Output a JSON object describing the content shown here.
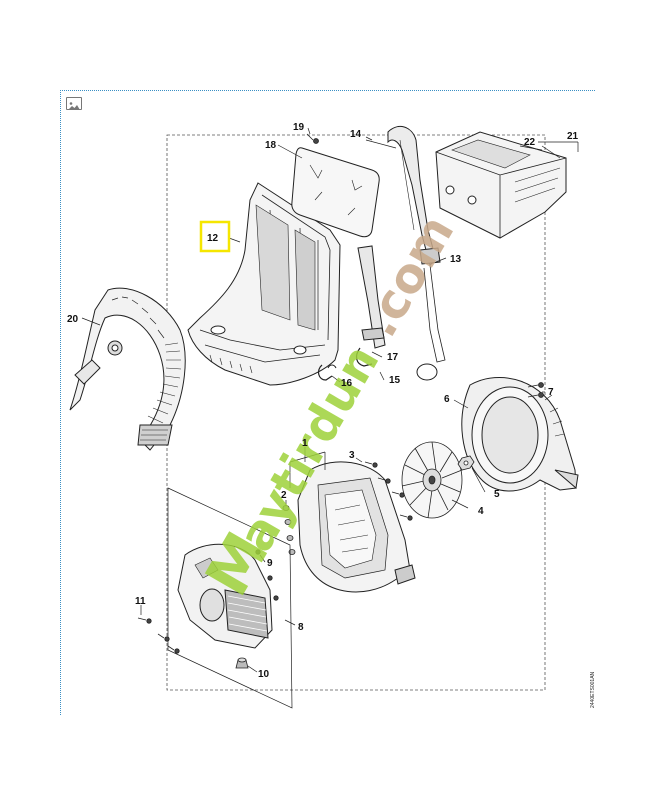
{
  "image_icon": "image-icon",
  "colors": {
    "frame_border": "#3a8fc4",
    "highlight": "#f5e600",
    "watermark_green": "#9ed23a",
    "watermark_orange": "#f0a542",
    "watermark_brown": "#c8a98a",
    "line": "#222222"
  },
  "watermark": {
    "brand_prefix": "M",
    "brand_body": "aytirdun",
    "brand_suffix": ".com"
  },
  "doc_id": "2440ETS001AN",
  "callouts": [
    {
      "id": "1",
      "text": "1"
    },
    {
      "id": "2",
      "text": "2"
    },
    {
      "id": "3",
      "text": "3"
    },
    {
      "id": "4",
      "text": "4"
    },
    {
      "id": "5",
      "text": "5"
    },
    {
      "id": "6",
      "text": "6"
    },
    {
      "id": "7",
      "text": "7"
    },
    {
      "id": "8",
      "text": "8"
    },
    {
      "id": "9",
      "text": "9"
    },
    {
      "id": "10",
      "text": "10"
    },
    {
      "id": "11",
      "text": "11"
    },
    {
      "id": "12",
      "text": "12"
    },
    {
      "id": "13",
      "text": "13"
    },
    {
      "id": "14",
      "text": "14"
    },
    {
      "id": "15",
      "text": "15"
    },
    {
      "id": "16",
      "text": "16"
    },
    {
      "id": "17",
      "text": "17"
    },
    {
      "id": "18",
      "text": "18"
    },
    {
      "id": "19",
      "text": "19"
    },
    {
      "id": "20",
      "text": "20"
    },
    {
      "id": "21",
      "text": "21"
    },
    {
      "id": "22",
      "text": "22"
    }
  ]
}
